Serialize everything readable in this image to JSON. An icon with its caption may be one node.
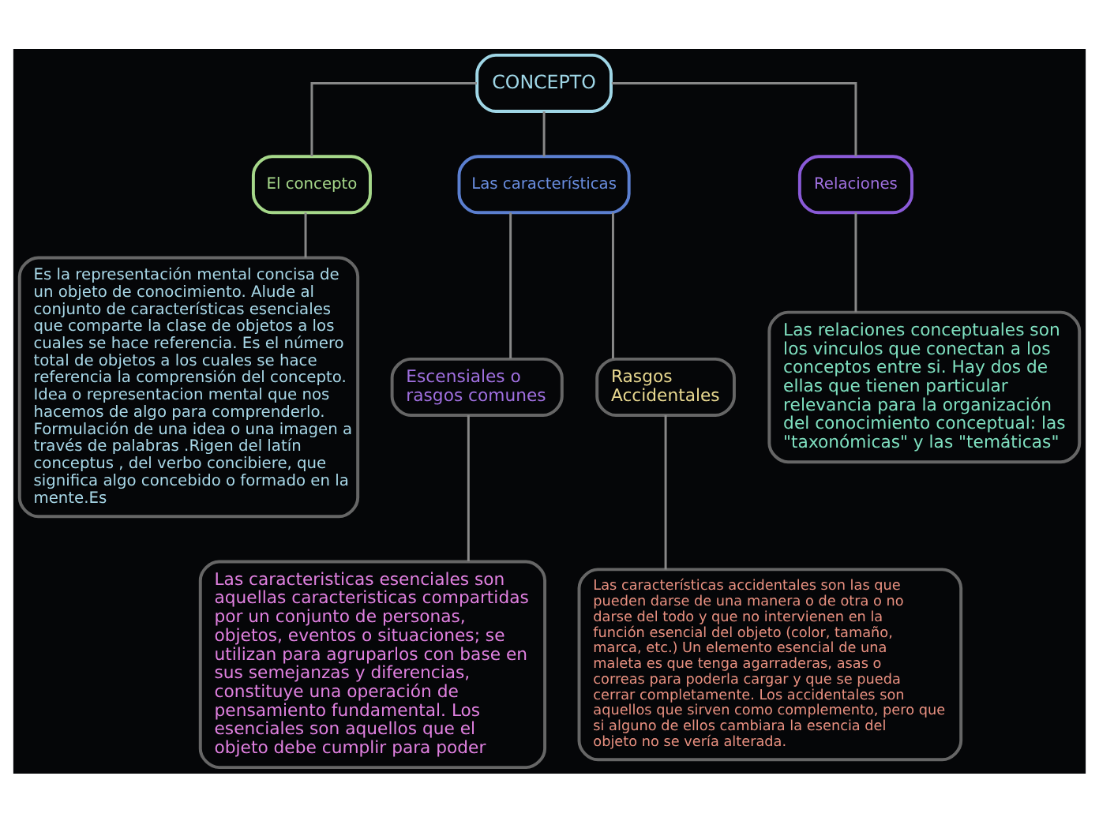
{
  "diagram": {
    "nodes": [
      {
        "text": [
          "CONCEPTO"
        ]
      },
      {
        "text": [
          "El concepto"
        ]
      },
      {
        "text": [
          "Es la representación mental concisa de un objeto de conocimiento. Alude al conjunto de características esenciales que comparte la clase de objetos a los cuales se hace referencia. Es el número total de objetos a los cuales se hace referencia la comprensión del concepto. Idea o representacion mental que nos hacemos de algo para comprenderlo. Formulación de una idea o una imagen a través de palabras .Rigen del latín conceptus , del verbo concibiere, que significa algo concebido o formado en la mente.Es"
        ]
      },
      {
        "text": [
          "Las características"
        ]
      },
      {
        "text": [
          "Escensiales o rasgos comunes"
        ]
      },
      {
        "text": [
          "Las caracteristicas esenciales son aquellas caracteristicas compartidas por un conjunto de personas, objetos, eventos o situaciones; se utilizan para agruparlos con base en sus semejanzas y diferencias, constituye una operación de pensamiento fundamental. Los esenciales son aquellos que el objeto debe cumplir para poder"
        ]
      },
      {
        "text": [
          "Rasgos Accidentales"
        ]
      },
      {
        "text": [
          "Las características accidentales son las que pueden darse de una manera o de otra o no darse del todo y que no intervienen en la función esencial del objeto (color, tamaño, marca, etc.) Un elemento esencial de una maleta es que tenga agarraderas, asas o correas para poderla cargar y que se pueda cerrar completamente. Los accidentales son aquellos que sirven como complemento, pero que si alguno de ellos cambiara la esencia del objeto no se vería alterada."
        ]
      },
      {
        "text": [
          "Relaciones"
        ]
      },
      {
        "text": [
          "Las relaciones conceptuales son los vinculos que conectan a los conceptos entre si. Hay dos de ellas que tienen particular relevancia para la organización del conocimiento conceptual: las \"taxonómicas\" y las \"temáticas\""
        ]
      }
    ],
    "edges": [
      {
        "from": 0,
        "to": 1,
        "arrow": "none"
      },
      {
        "from": 0,
        "to": 3,
        "arrow": "none"
      },
      {
        "from": 0,
        "to": 8,
        "arrow": "none"
      },
      {
        "from": 1,
        "to": 2,
        "arrow": "none"
      },
      {
        "from": 3,
        "to": 4,
        "arrow": "none"
      },
      {
        "from": 3,
        "to": 6,
        "arrow": "none"
      },
      {
        "from": 4,
        "to": 5,
        "arrow": "none"
      },
      {
        "from": 6,
        "to": 7,
        "arrow": "none"
      },
      {
        "from": 8,
        "to": 9,
        "arrow": "none"
      }
    ]
  }
}
